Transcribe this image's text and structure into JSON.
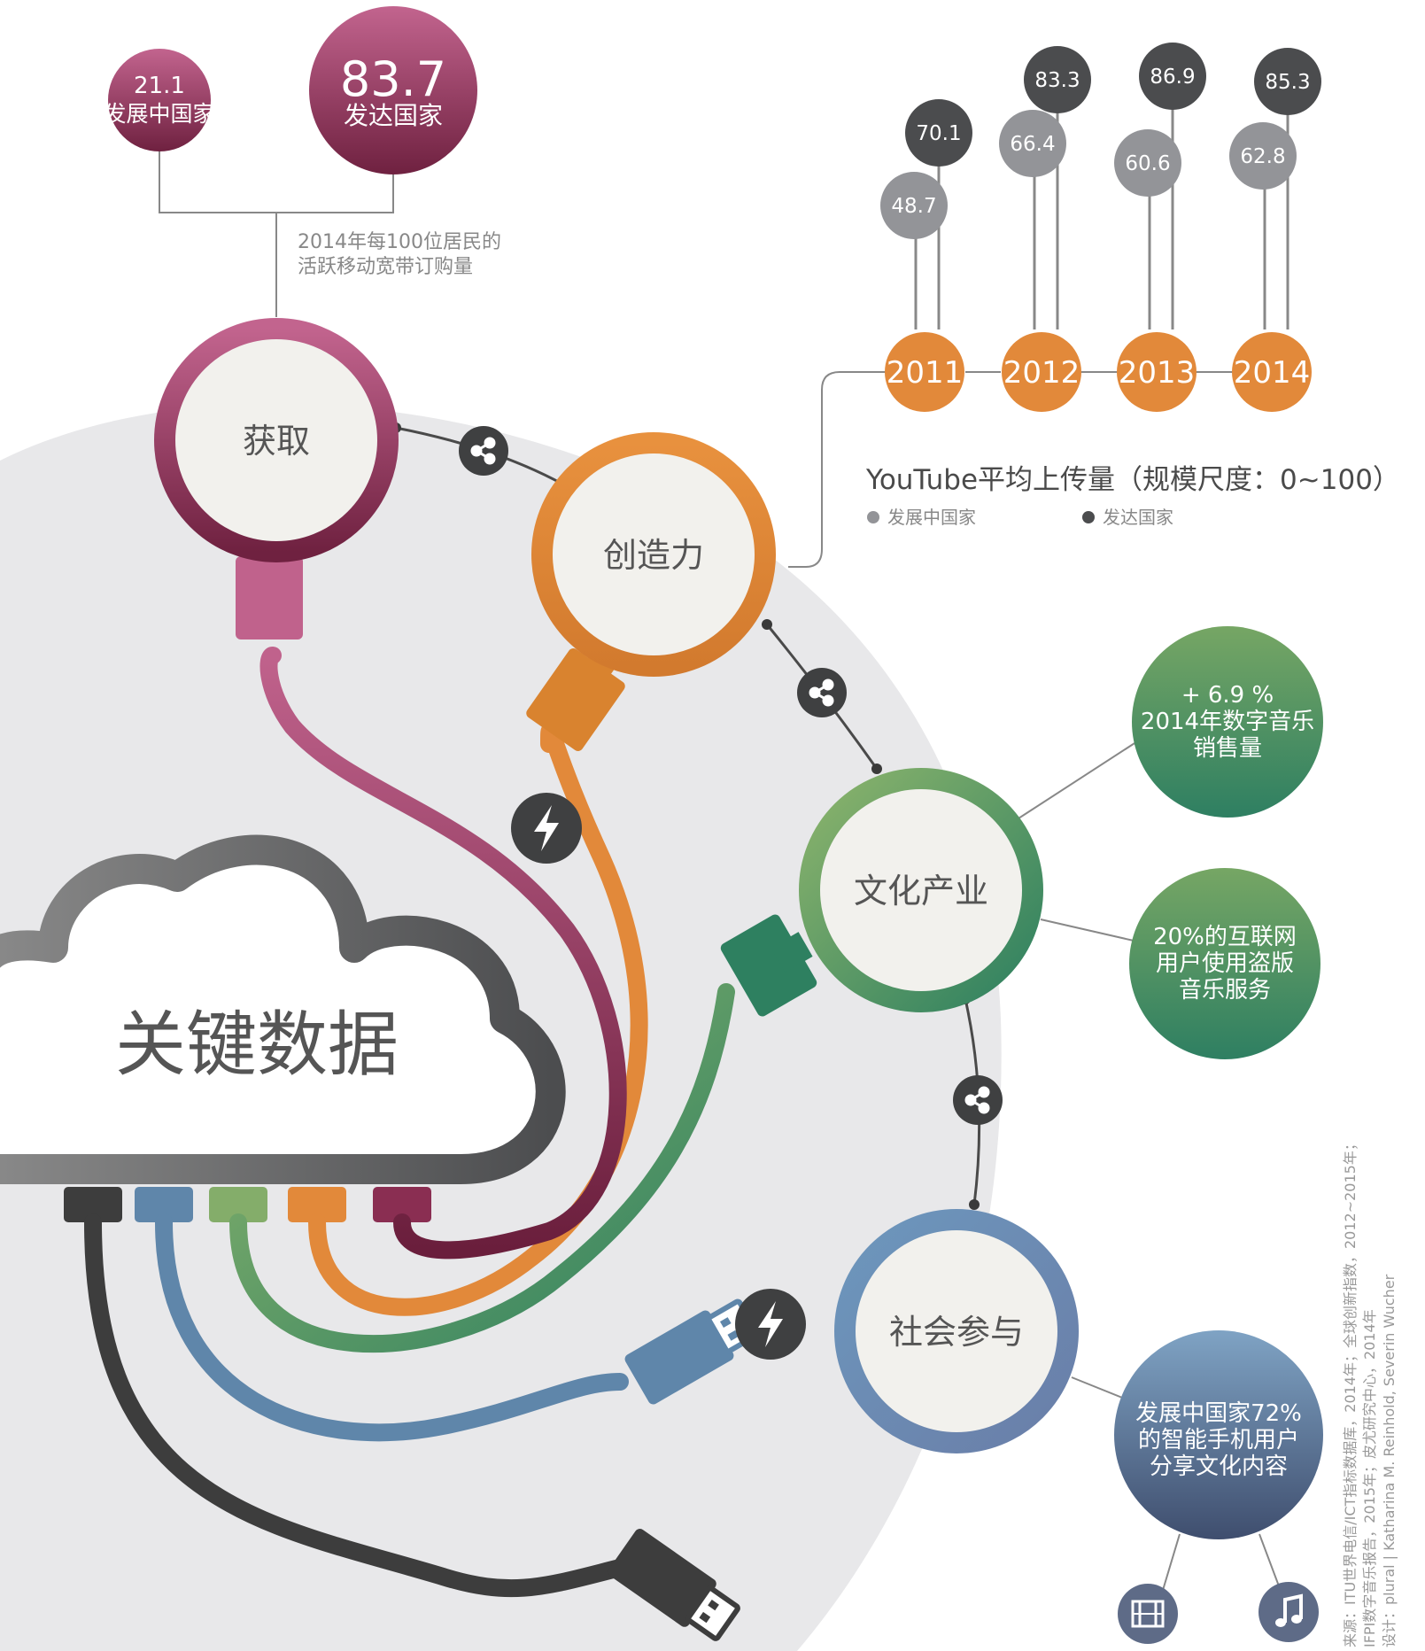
{
  "title": "关键数据",
  "hubs": {
    "access": "获取",
    "creativity": "创造力",
    "culture": "文化产业",
    "social": "社会参与"
  },
  "broadband": {
    "developing": {
      "value": "21.1",
      "label": "发展中国家"
    },
    "developed": {
      "value": "83.7",
      "label": "发达国家"
    },
    "caption_line1": "2014年每100位居民的",
    "caption_line2": "活跃移动宽带订购量"
  },
  "youtube": {
    "title": "YouTube平均上传量（规模尺度：0~100）",
    "legend_developing": "发展中国家",
    "legend_developed": "发达国家",
    "years": [
      {
        "year": "2011",
        "developing": "48.7",
        "developed": "70.1"
      },
      {
        "year": "2012",
        "developing": "66.4",
        "developed": "83.3"
      },
      {
        "year": "2013",
        "developing": "60.6",
        "developed": "86.9"
      },
      {
        "year": "2014",
        "developing": "62.8",
        "developed": "85.3"
      }
    ]
  },
  "stats": {
    "music_sales": {
      "line1": "+ 6.9 %",
      "line2": "2014年数字音乐",
      "line3": "销售量"
    },
    "piracy": {
      "line1": "20%的互联网",
      "line2": "用户使用盗版",
      "line3": "音乐服务"
    },
    "smartphone": {
      "line1": "发展中国家72%",
      "line2": "的智能手机用户",
      "line3": "分享文化内容"
    }
  },
  "source": {
    "line1": "来源：ITU世界电信/ICT指标数据库，2014年；全球创新指数，2012~2015年；",
    "line2": "IFPI数字音乐报告，2015年；皮尤研究中心，2014年",
    "line3": "设计：plural | Katharina M. Reinhold, Severin Wucher"
  },
  "icons": [
    "share-icon",
    "lightning-icon",
    "film-icon",
    "music-note-icon"
  ],
  "colors": {
    "magenta": "#b0507a",
    "orange": "#e2893a",
    "green": "#5c9a5e",
    "teal": "#2e8060",
    "blue": "#5f86aa",
    "dark": "#4a4a4a",
    "light_gray": "#e8e8ea"
  }
}
